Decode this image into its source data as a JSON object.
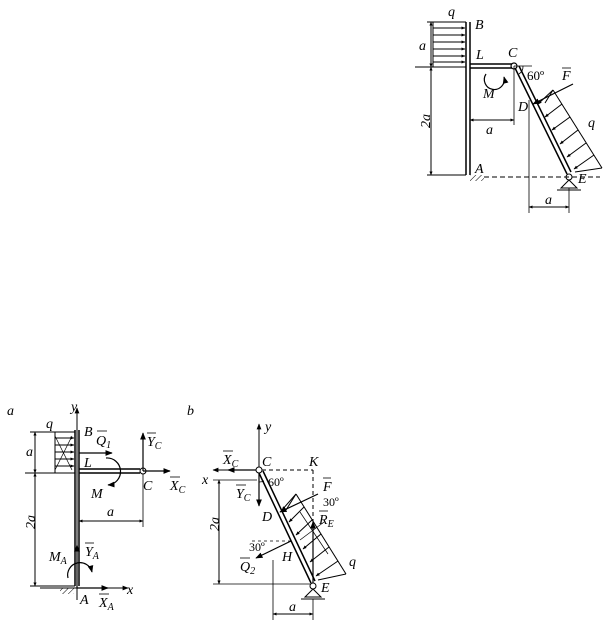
{
  "top_figure": {
    "labels": {
      "q_top": "q",
      "B": "B",
      "a_left": "a",
      "L": "L",
      "C": "C",
      "angle": "60º",
      "F": "F",
      "M": "M",
      "D": "D",
      "q_right": "q",
      "two_a": "2a",
      "a_mid": "a",
      "A": "A",
      "E": "E",
      "a_bottom": "a"
    }
  },
  "panel_a": {
    "tag": "a",
    "labels": {
      "y": "y",
      "q": "q",
      "B": "B",
      "Q1": "Q",
      "Q1_sub": "1",
      "YC": "Y",
      "YC_sub": "C",
      "a_left": "a",
      "L": "L",
      "C": "C",
      "XC": "X",
      "XC_sub": "C",
      "M": "M",
      "a_mid": "a",
      "two_a": "2a",
      "MA": "M",
      "MA_sub": "A",
      "YA": "Y",
      "YA_sub": "A",
      "A": "A",
      "XA": "X",
      "XA_sub": "A",
      "x": "x"
    }
  },
  "panel_b": {
    "tag": "b",
    "labels": {
      "y": "y",
      "XC": "X",
      "XC_sub": "C",
      "C": "C",
      "K": "K",
      "x": "x",
      "F": "F",
      "angle60": "60º",
      "YC": "Y",
      "YC_sub": "C",
      "angle30r": "30º",
      "D": "D",
      "RE": "R",
      "RE_sub": "E",
      "two_a": "2a",
      "angle30l": "30º",
      "H": "H",
      "Q2": "Q",
      "Q2_sub": "2",
      "q": "q",
      "E": "E",
      "a_bottom": "a"
    }
  }
}
